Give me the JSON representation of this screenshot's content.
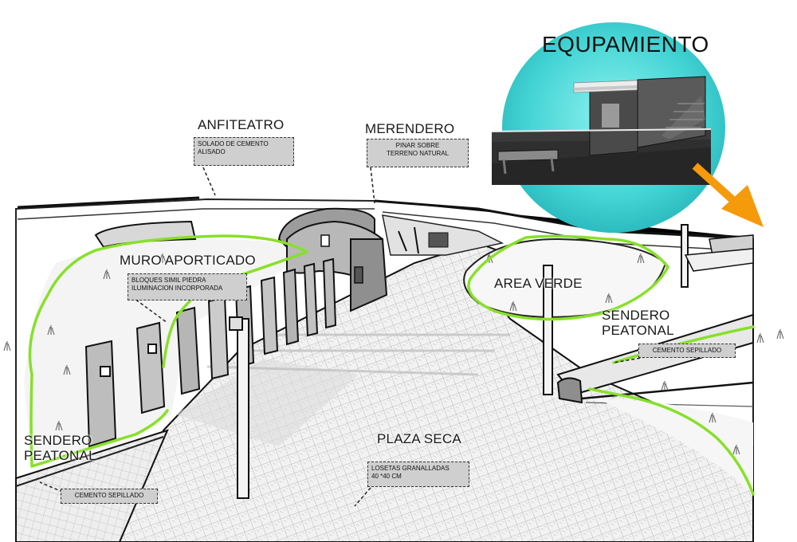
{
  "equipamiento": {
    "title": "EQUPAMIENTO"
  },
  "labels": {
    "anfiteatro": "ANFITEATRO",
    "merendero": "MERENDERO",
    "muro_aporticado": "MURO APORTICADO",
    "area_verde": "AREA VERDE",
    "sendero_peatonal_right": "SENDERO PEATONAL",
    "sendero_peatonal_left": "SENDERO PEATONAL",
    "plaza_seca": "PLAZA SECA"
  },
  "notes": {
    "anfiteatro_lines": [
      "SOLADO DE CEMENTO",
      "ALISADO"
    ],
    "merendero_lines": [
      "PINAR SOBRE",
      "TERRENO NATURAL"
    ],
    "muro_lines": [
      "BLOQUES SIMIL PIEDRA",
      "ILUMINACION INCORPORADA"
    ],
    "sendero_right": "CEMENTO SEPILLADO",
    "sendero_left": "CEMENTO SEPILLADO",
    "plaza_lines": [
      "LOSETAS GRANALLADAS",
      "40 *40 CM"
    ]
  },
  "colors": {
    "vegetation_outline": "#88e02a",
    "bubble": "#3fd0d0",
    "arrow": "#f59a0a",
    "note_fill": "#cfcfcf"
  },
  "icons": [
    "orange-arrow-icon"
  ]
}
